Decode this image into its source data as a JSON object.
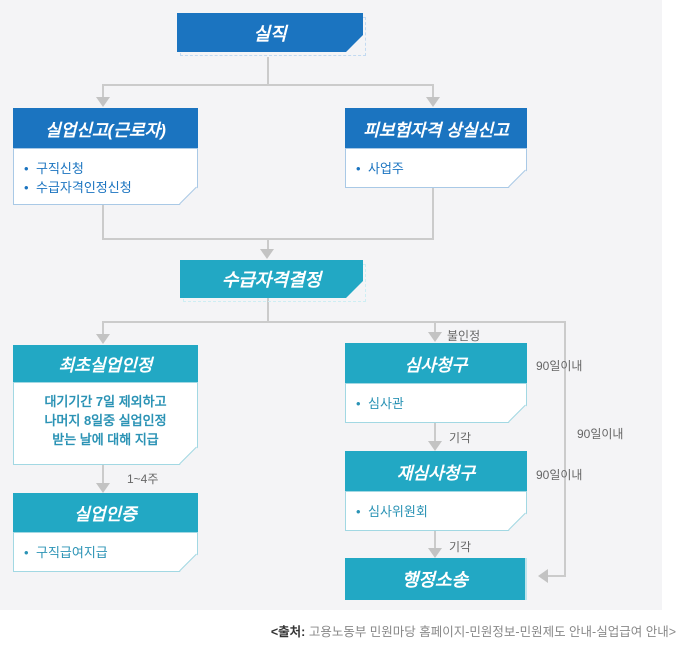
{
  "colors": {
    "blue": "#1b74c0",
    "teal": "#22a8c4",
    "line_gray": "#cbcbcb",
    "diagram_bg": "#f4f4f6"
  },
  "boxes": {
    "jobloss": {
      "label": "실직"
    },
    "unemployment_report": {
      "title": "실업신고(근로자)",
      "items": [
        "구직신청",
        "수급자격인정신청"
      ]
    },
    "insured_loss_report": {
      "title": "피보험자격 상실신고",
      "items": [
        "사업주"
      ]
    },
    "eligibility_decision": {
      "label": "수급자격결정"
    },
    "first_recognition": {
      "title": "최초실업인정",
      "body_lines": [
        "대기기간 7일 제외하고",
        "나머지 8일중 실업인정",
        "받는 날에 대해 지급"
      ]
    },
    "unemployment_certification": {
      "title": "실업인증",
      "items": [
        "구직급여지급"
      ]
    },
    "review_request": {
      "title": "심사청구",
      "items": [
        "심사관"
      ]
    },
    "reexamination_request": {
      "title": "재심사청구",
      "items": [
        "심사위원회"
      ]
    },
    "admin_litigation": {
      "label": "행정소송"
    }
  },
  "edge_labels": {
    "not_recognized": "불인정",
    "rejected_1": "기각",
    "rejected_2": "기각",
    "weeks_1_4": "1~4주",
    "within_90_days_1": "90일이내",
    "within_90_days_2": "90일이내",
    "within_90_days_3": "90일이내"
  },
  "caption": {
    "prefix": "<출처:",
    "text": " 고용노동부 민원마당 홈페이지-민원정보-민원제도 안내-실업급여 안내>"
  }
}
